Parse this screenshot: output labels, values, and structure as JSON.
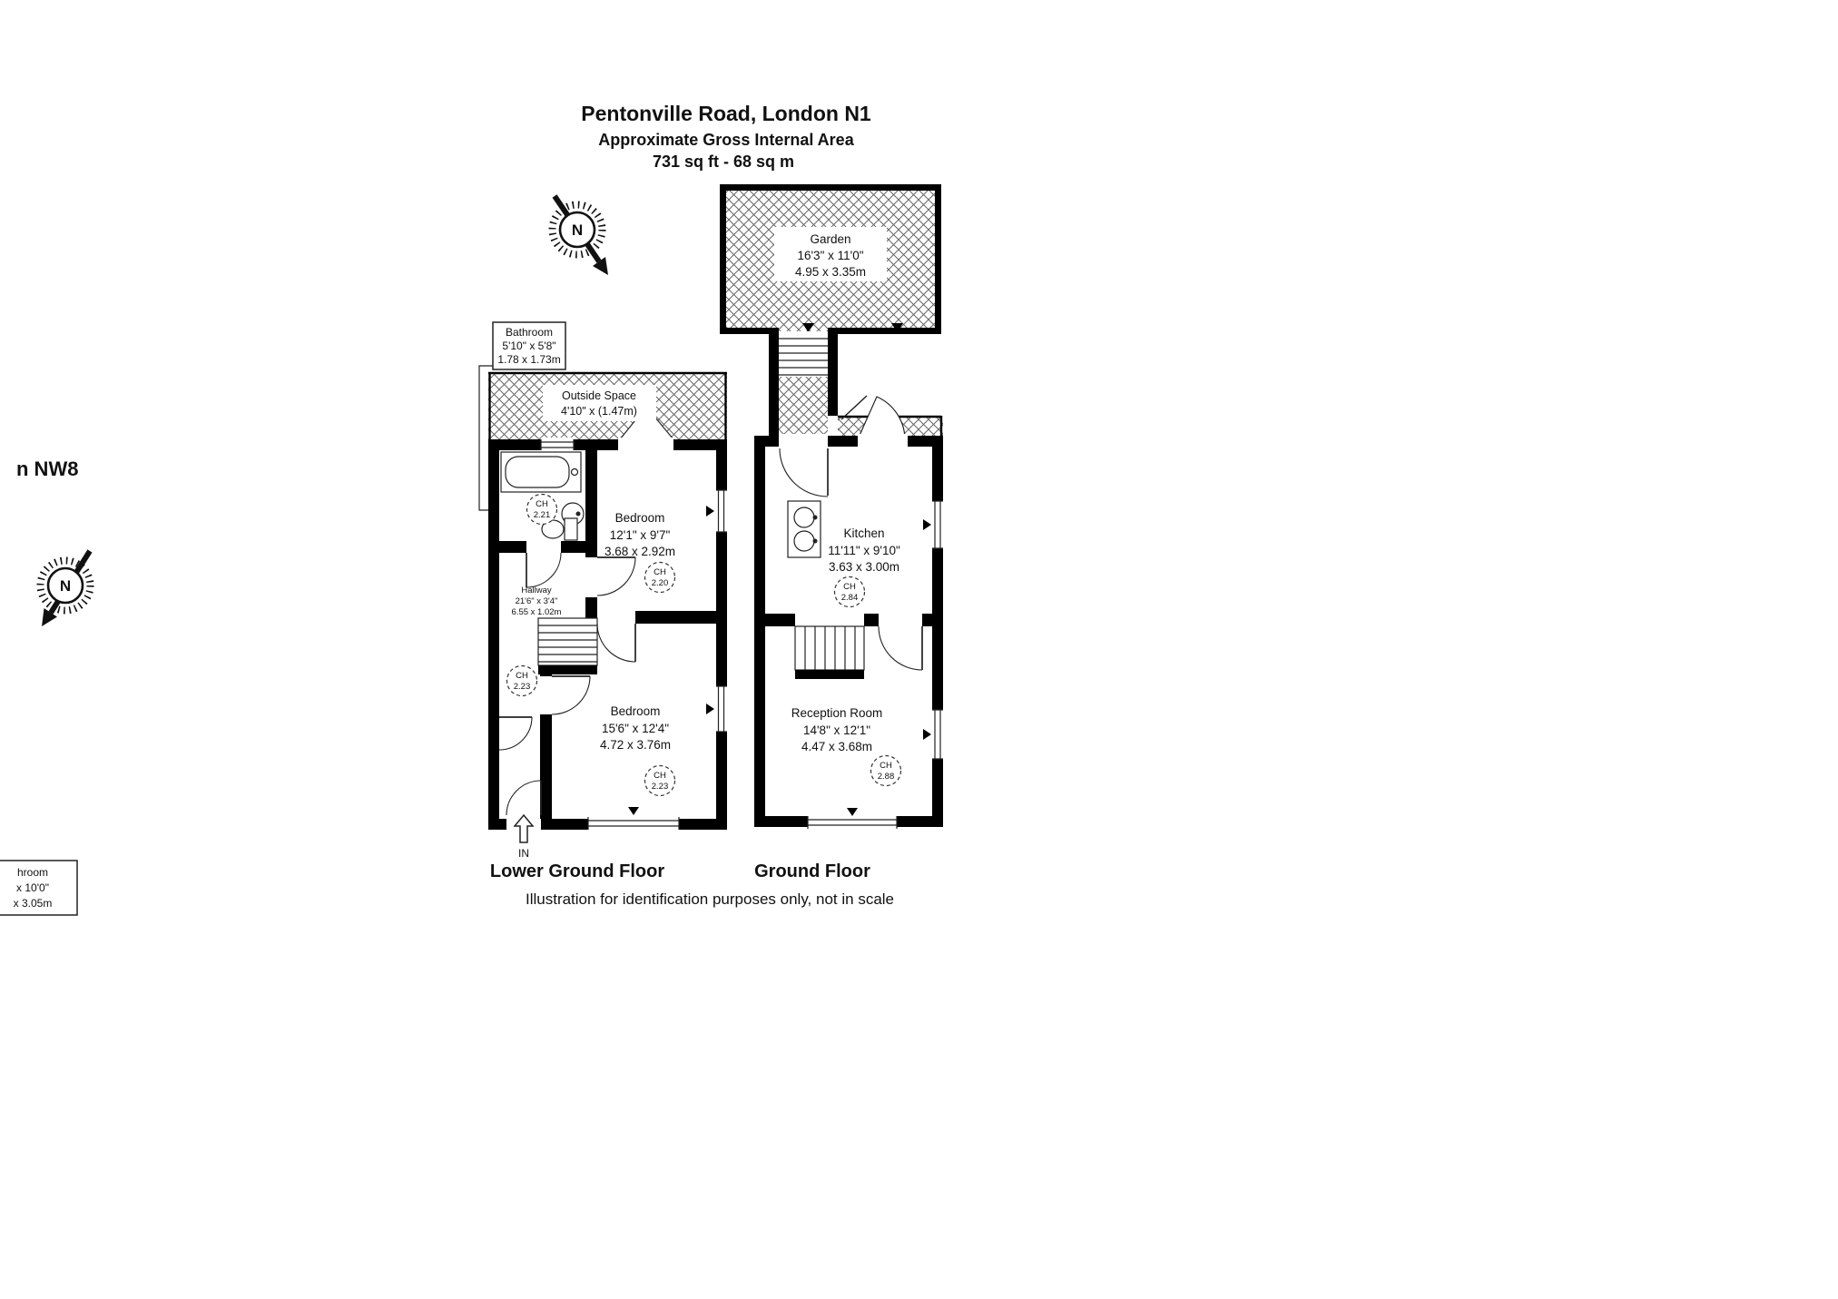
{
  "colors": {
    "wall": "#000000",
    "hatch_line": "#666666",
    "text": "#111111",
    "background": "#ffffff"
  },
  "header": {
    "title": "Pentonville Road, London N1",
    "subtitle": "Approximate Gross Internal Area",
    "area": "731 sq ft - 68 sq m"
  },
  "compass": {
    "label": "N"
  },
  "ch_label": "CH",
  "ground_floor": {
    "caption": "Ground Floor",
    "garden": {
      "name": "Garden",
      "imperial": "16'3\" x 11'0\"",
      "metric": "4.95 x 3.35m"
    },
    "kitchen": {
      "name": "Kitchen",
      "imperial": "11'11\" x 9'10\"",
      "metric": "3.63 x 3.00m",
      "ch": "2.84"
    },
    "reception": {
      "name": "Reception Room",
      "imperial": "14'8\" x 12'1\"",
      "metric": "4.47 x 3.68m",
      "ch": "2.88"
    }
  },
  "lower_ground_floor": {
    "caption": "Lower Ground Floor",
    "outside_space": {
      "name": "Outside Space",
      "dims": "4'10\" x (1.47m)"
    },
    "bathroom_callout": {
      "name": "Bathroom",
      "imperial": "5'10\" x 5'8\"",
      "metric": "1.78 x 1.73m"
    },
    "bathroom_ch": "2.21",
    "bedroom1": {
      "name": "Bedroom",
      "imperial": "12'1\" x 9'7\"",
      "metric": "3.68 x 2.92m",
      "ch": "2.20"
    },
    "hallway": {
      "name": "Hallway",
      "imperial": "21'6\" x 3'4\"",
      "metric": "6.55 x 1.02m"
    },
    "hallway_ch": "2.23",
    "bedroom2": {
      "name": "Bedroom",
      "imperial": "15'6\" x 12'4\"",
      "metric": "4.72 x 3.76m",
      "ch": "2.23"
    },
    "entrance_label": "IN"
  },
  "footer": {
    "disclaimer": "Illustration for identification purposes only, not in scale"
  },
  "edge_fragments": {
    "adjacent_title": "n NW8",
    "partial_box": {
      "line1": "hroom",
      "line2": "x 10'0\"",
      "line3": "x 3.05m"
    }
  }
}
